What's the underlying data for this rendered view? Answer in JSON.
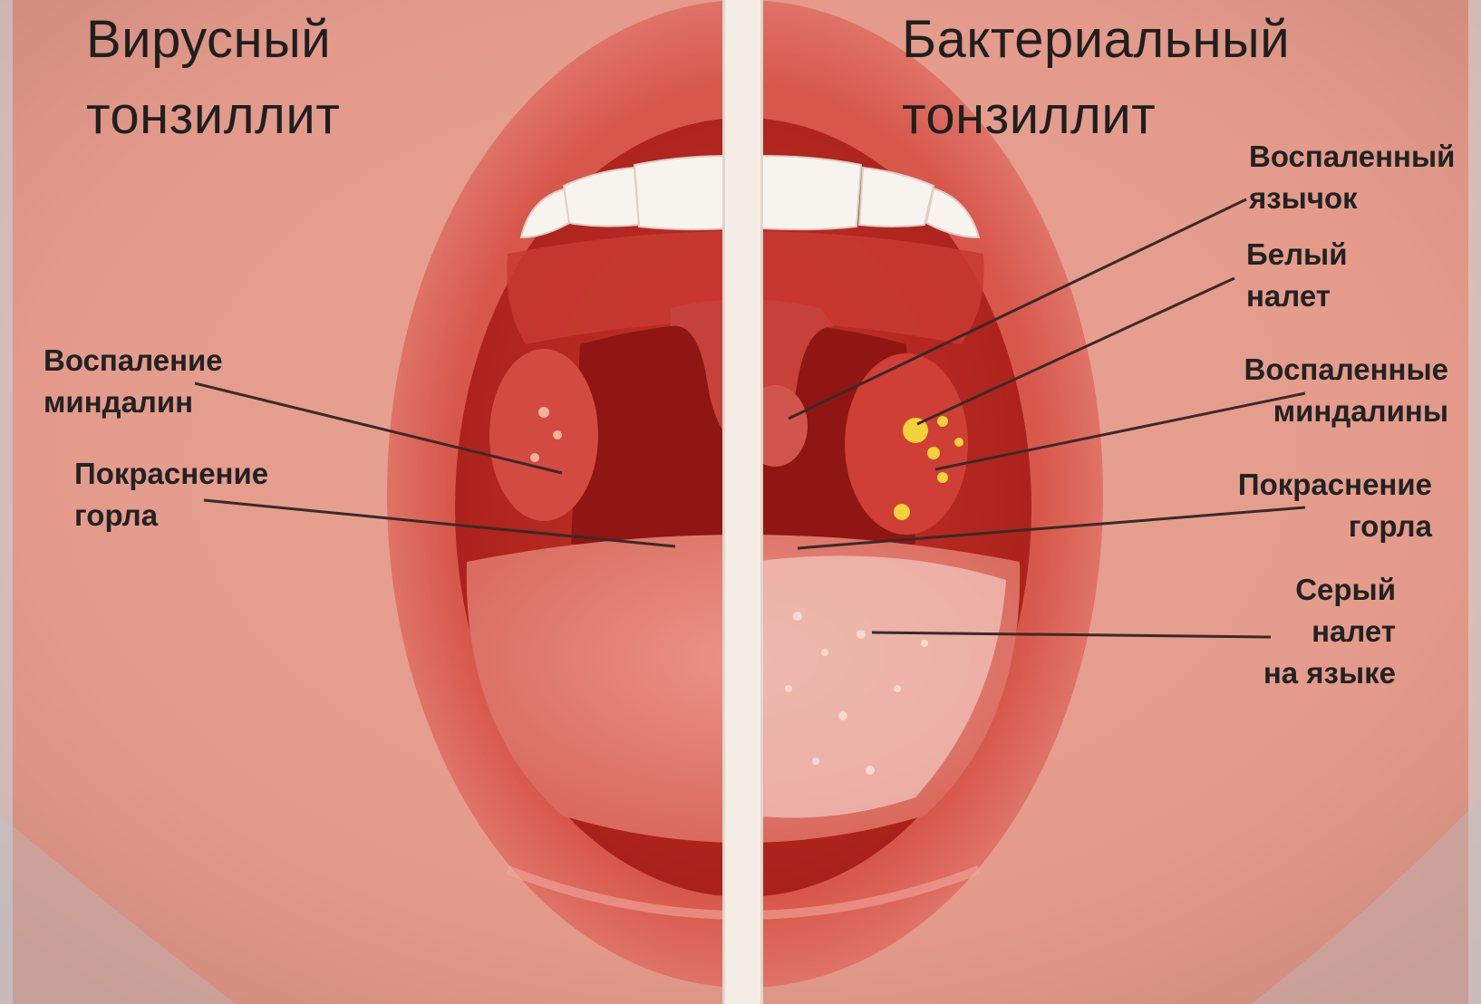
{
  "titles": {
    "viral": {
      "line1": "Вирусный",
      "line2": "тонзиллит"
    },
    "bacterial": {
      "line1": "Бактериальный",
      "line2": "тонзиллит"
    }
  },
  "callouts": {
    "tonsil_inflammation": {
      "line1": "Воспаление",
      "line2": "миндалин"
    },
    "throat_redness_left": {
      "line1": "Покраснение",
      "line2": "горла"
    },
    "inflamed_uvula": {
      "line1": "Воспаленный",
      "line2": "язычок"
    },
    "white_plaque": {
      "line1": "Белый",
      "line2": "налет"
    },
    "inflamed_tonsils": {
      "line1": "Воспаленные",
      "line2": "миндалины"
    },
    "throat_redness_right": {
      "line1": "Покраснение",
      "line2": "горла"
    },
    "grey_tongue_plaque": {
      "line1": "Серый",
      "line2": "налет",
      "line3": "на языке"
    }
  },
  "colors": {
    "skin": "#e59b8c",
    "lips": "#d5594e",
    "mouth_interior": "#b5231d",
    "tongue": "#e27f73",
    "teeth": "#f7f4ef",
    "divider": "#f4ede6",
    "pus_spots": "#f3d23a",
    "label_text": "#222222",
    "leader_lines": "#3a2a28"
  }
}
